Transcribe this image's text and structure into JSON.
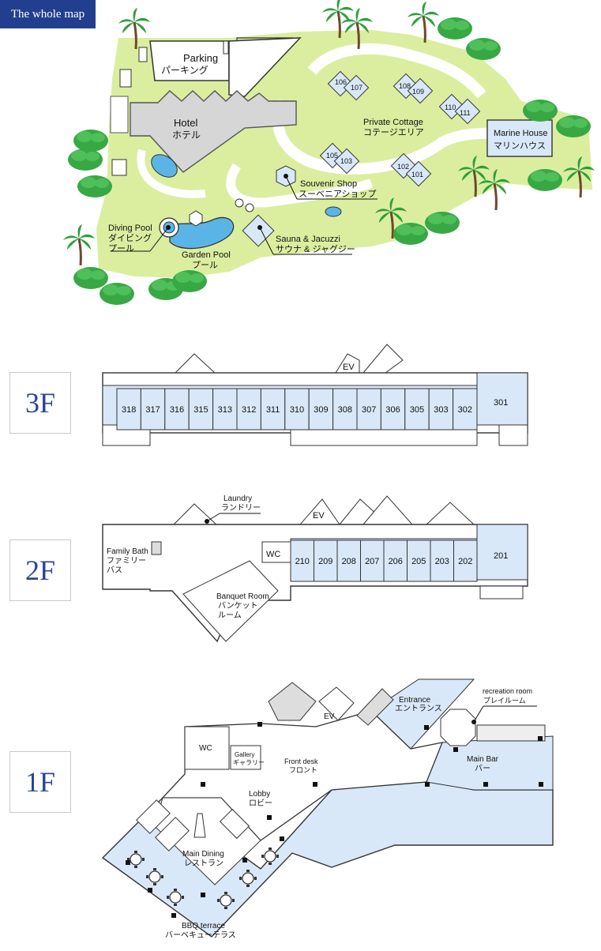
{
  "header": {
    "tab_label": "The whole map"
  },
  "colors": {
    "header_blue": "#223f8f",
    "lawn_green": "#dbee9f",
    "room_blue": "#d9e8f8",
    "pool_blue": "#5ab5e6",
    "tree_green": "#2f9e3c",
    "floor_label_blue": "#2b4595"
  },
  "whole_map": {
    "parking_en": "Parking",
    "parking_ja": "パーキング",
    "hotel_en": "Hotel",
    "hotel_ja": "ホテル",
    "cottage_en": "Private Cottage",
    "cottage_ja": "コテージエリア",
    "marine_en": "Marine House",
    "marine_ja": "マリンハウス",
    "souvenir_en": "Souvenir Shop",
    "souvenir_ja": "スーベニアショップ",
    "diving_en": "Diving Pool",
    "diving_ja1": "ダイビング",
    "diving_ja2": "プール",
    "garden_en": "Garden Pool",
    "garden_ja": "プール",
    "sauna_en": "Sauna & Jacuzzi",
    "sauna_ja": "サウナ & ジャグジー",
    "cottage_numbers": [
      "106",
      "107",
      "108",
      "109",
      "110",
      "111",
      "105",
      "103",
      "102",
      "101"
    ]
  },
  "floors": {
    "f3": {
      "label": "3F",
      "ev": "EV",
      "rooms": [
        "318",
        "317",
        "316",
        "315",
        "313",
        "312",
        "311",
        "310",
        "309",
        "308",
        "307",
        "306",
        "305",
        "303",
        "302"
      ],
      "big_room": "301"
    },
    "f2": {
      "label": "2F",
      "laundry_en": "Laundry",
      "laundry_ja": "ランドリー",
      "ev": "EV",
      "wc": "WC",
      "family_en": "Family Bath",
      "family_ja1": "ファミリー",
      "family_ja2": "バス",
      "banquet_en": "Banquet Room",
      "banquet_ja1": "バンケット",
      "banquet_ja2": "ルーム",
      "rooms": [
        "210",
        "209",
        "208",
        "207",
        "206",
        "205",
        "203",
        "202"
      ],
      "big_room": "201"
    },
    "f1": {
      "label": "1F",
      "entrance_en": "Entrance",
      "entrance_ja": "エントランス",
      "recreation_en": "recreation room",
      "recreation_ja": "プレイルーム",
      "ev": "EV",
      "wc": "WC",
      "gallery_en": "Gallery",
      "gallery_ja": "ギャラリー",
      "front_en": "Front desk",
      "front_ja": "フロント",
      "lobby_en": "Lobby",
      "lobby_ja": "ロビー",
      "mainbar_en": "Main Bar",
      "mainbar_ja": "バー",
      "dining_en": "Main Dining",
      "dining_ja": "レストラン",
      "bbq_en": "BBQ terrace",
      "bbq_ja": "バーベキューテラス"
    }
  }
}
